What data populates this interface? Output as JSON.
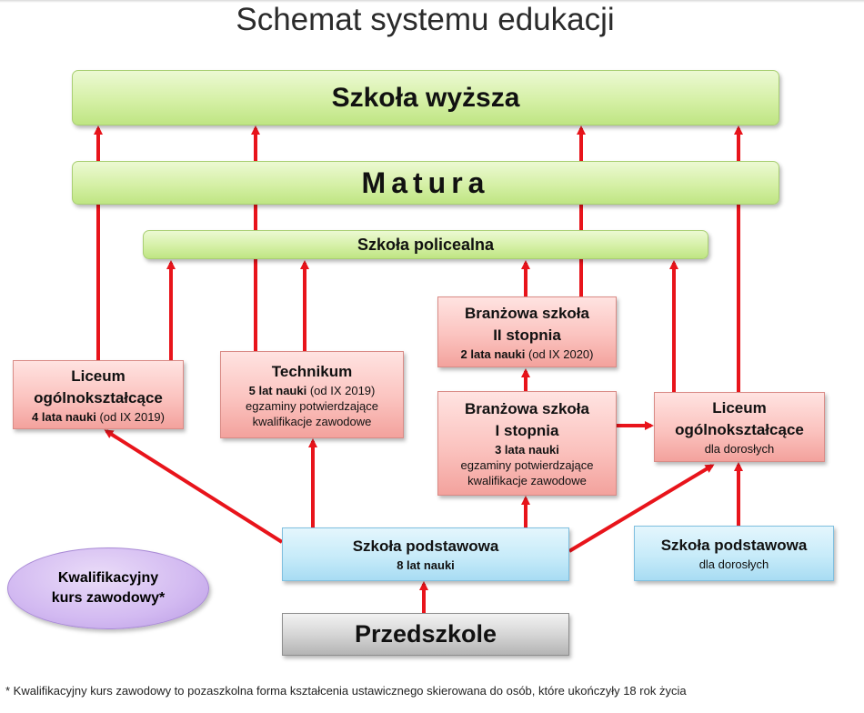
{
  "title": "Schemat systemu edukacji",
  "colors": {
    "arrow": "#e8141b"
  },
  "boxes": {
    "szkola_wyzsza": "Szkoła wyższa",
    "matura": "Matura",
    "policealna": "Szkoła policealna",
    "liceum": {
      "line1": "Liceum",
      "line2": "ogólnokształcące",
      "detail": "4 lata nauki",
      "detail_tail": " (od IX 2019)"
    },
    "technikum": {
      "name": "Technikum",
      "detail": "5 lat nauki",
      "detail_tail": " (od IX 2019)",
      "exam1": "egzaminy potwierdzające",
      "exam2": "kwalifikacje zawodowe"
    },
    "branzowa2": {
      "line1": "Branżowa szkoła",
      "line2": "II stopnia",
      "detail": "2 lata nauki",
      "detail_tail": " (od IX 2020)"
    },
    "branzowa1": {
      "line1": "Branżowa szkoła",
      "line2": "I stopnia",
      "detail": "3 lata nauki",
      "exam1": "egzaminy potwierdzające",
      "exam2": "kwalifikacje zawodowe"
    },
    "liceum_doroslych": {
      "line1": "Liceum",
      "line2": "ogólnokształcące",
      "detail": "dla dorosłych"
    },
    "podstawowa": {
      "name": "Szkoła podstawowa",
      "detail": "8 lat nauki"
    },
    "podstawowa_doroslych": {
      "name": "Szkoła podstawowa",
      "detail": "dla dorosłych"
    },
    "przedszkole": "Przedszkole",
    "kurs": {
      "line1": "Kwalifikacyjny",
      "line2": "kurs zawodowy*"
    }
  },
  "footnote": "* Kwalifikacyjny kurs zawodowy to pozaszkolna forma kształcenia ustawicznego skierowana do osób, które ukończyły 18 rok życia"
}
